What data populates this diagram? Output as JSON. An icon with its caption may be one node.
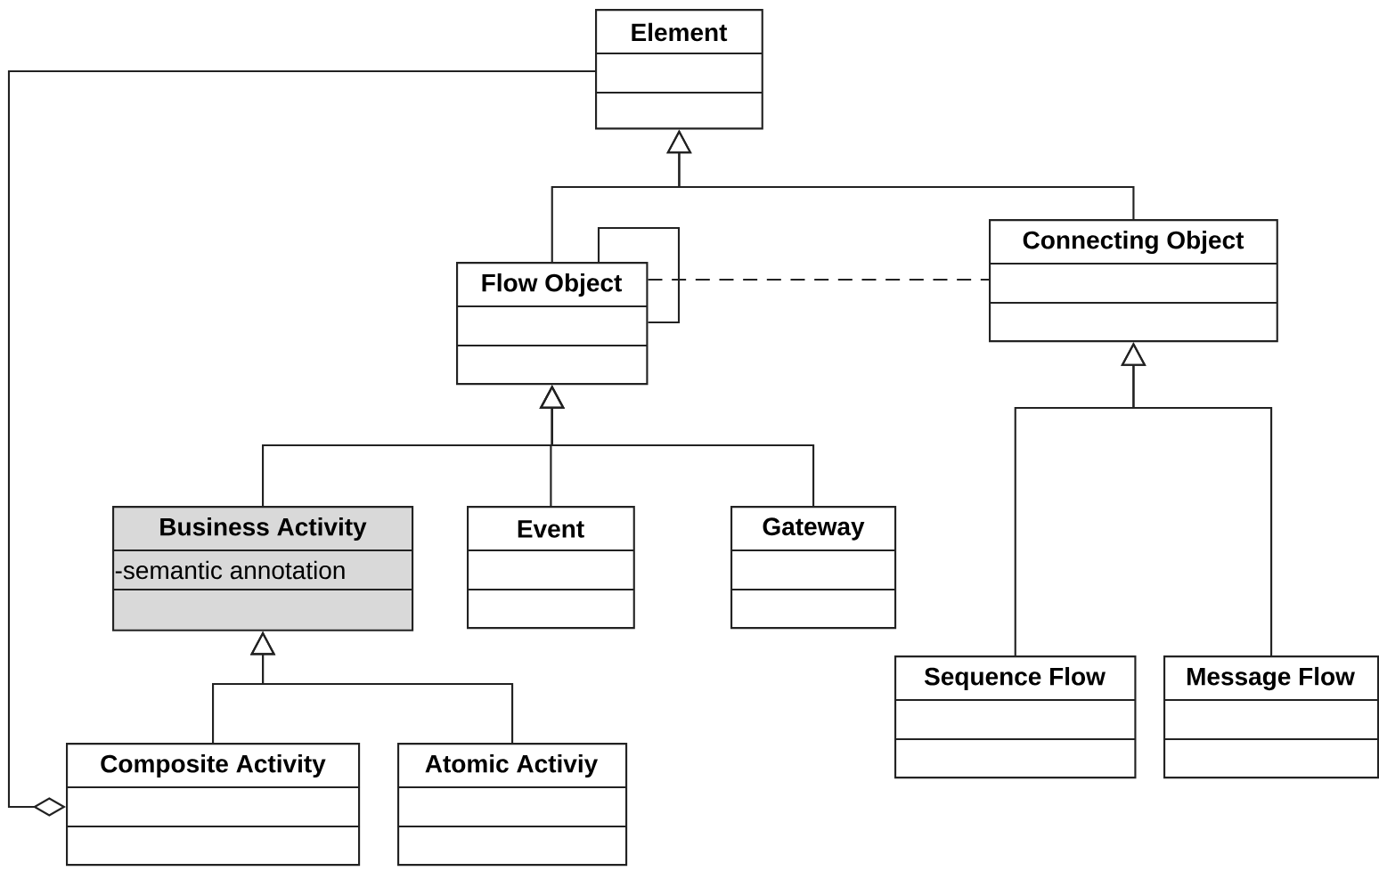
{
  "diagram": {
    "nodes": [
      {
        "text": [
          "Element"
        ]
      },
      {
        "text": [
          "Flow Object"
        ]
      },
      {
        "text": [
          "Connecting Object"
        ]
      },
      {
        "text": [
          "Business Activity",
          "-semantic annotation"
        ]
      },
      {
        "text": [
          "Event"
        ]
      },
      {
        "text": [
          "Gateway"
        ]
      },
      {
        "text": [
          "Composite Activity"
        ]
      },
      {
        "text": [
          "Atomic Activiy"
        ]
      },
      {
        "text": [
          "Sequence Flow"
        ]
      },
      {
        "text": [
          "Message Flow"
        ]
      }
    ],
    "edges": [
      {
        "from": 1,
        "to": 0,
        "arrow": "to"
      },
      {
        "from": 2,
        "to": 0,
        "arrow": "to"
      },
      {
        "from": 1,
        "to": 1,
        "arrow": "none"
      },
      {
        "from": 1,
        "to": 2,
        "arrow": "none",
        "style": "dashed"
      },
      {
        "from": 3,
        "to": 1,
        "arrow": "to"
      },
      {
        "from": 4,
        "to": 1,
        "arrow": "to"
      },
      {
        "from": 5,
        "to": 1,
        "arrow": "to"
      },
      {
        "from": 6,
        "to": 3,
        "arrow": "to"
      },
      {
        "from": 7,
        "to": 3,
        "arrow": "to"
      },
      {
        "from": 8,
        "to": 2,
        "arrow": "to"
      },
      {
        "from": 9,
        "to": 2,
        "arrow": "to"
      },
      {
        "from": 6,
        "to": 0,
        "arrow": "other"
      }
    ]
  }
}
